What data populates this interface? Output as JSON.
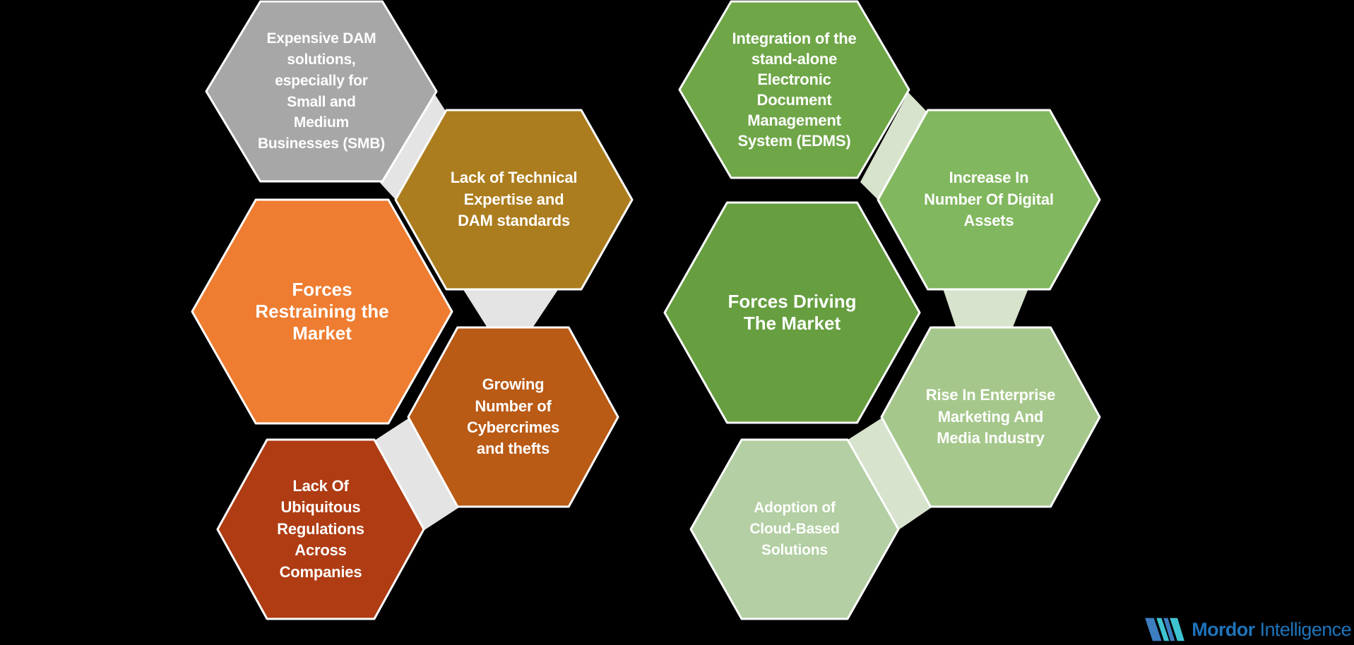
{
  "background": "#000000",
  "text_color": "#FFFFFF",
  "restraining": {
    "center": {
      "label": "Forces\nRestraining the\nMarket",
      "color": "#EE7D31"
    },
    "items": [
      {
        "label": "Expensive DAM\nsolutions,\nespecially for\nSmall and\nMedium\nBusinesses (SMB)",
        "color": "#A7A7A7"
      },
      {
        "label": "Lack of Technical\nExpertise and\nDAM standards",
        "color": "#AC7D1E"
      },
      {
        "label": "Growing\nNumber of\nCybercrimes\nand thefts",
        "color": "#B95A15"
      },
      {
        "label": "Lack Of\nUbiquitous\nRegulations\nAcross\nCompanies",
        "color": "#AF3C13"
      }
    ],
    "connector_color": "#E4E4E4"
  },
  "driving": {
    "center": {
      "label": "Forces Driving\nThe Market",
      "color": "#669E40"
    },
    "items": [
      {
        "label": "Integration of the\nstand-alone\nElectronic\nDocument\nManagement\nSystem (EDMS)",
        "color": "#6FA648"
      },
      {
        "label": "Increase In\nNumber Of Digital\nAssets",
        "color": "#81B75E"
      },
      {
        "label": "Rise In Enterprise\nMarketing And\nMedia Industry",
        "color": "#A5C78B"
      },
      {
        "label": "Adoption of\nCloud-Based\nSolutions",
        "color": "#B3CFA3"
      }
    ],
    "connector_color": "#D8E3CE"
  },
  "logo": {
    "name_primary": "Mordor",
    "name_secondary": "Intelligence",
    "text_color": "#1E74BA",
    "mark_blue": "#3C7EC0",
    "mark_teal": "#3EC3D0"
  }
}
